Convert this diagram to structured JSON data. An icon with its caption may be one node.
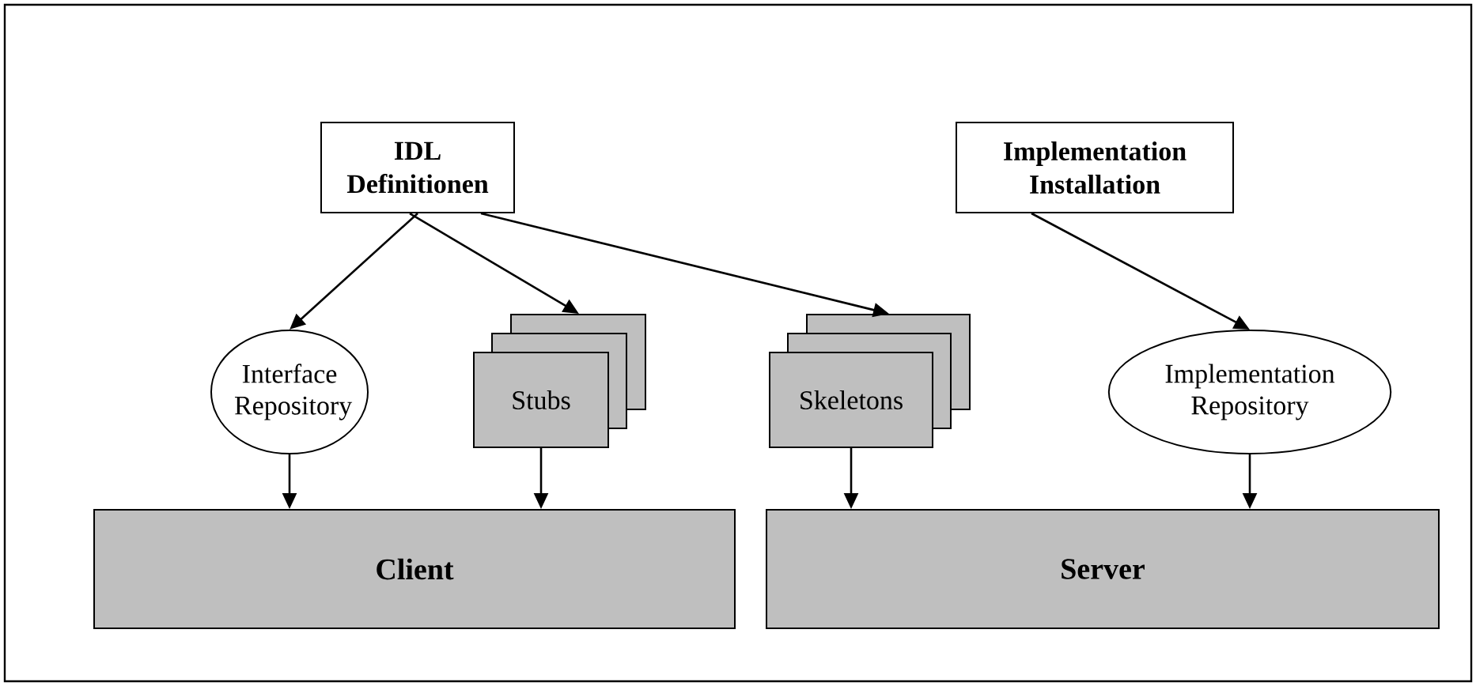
{
  "diagram": {
    "nodes": [
      {
        "text": [
          "IDL Definitionen"
        ]
      },
      {
        "text": [
          "Implementation Installation"
        ]
      },
      {
        "text": [
          "Interface Repository"
        ]
      },
      {
        "text": [
          "Stubs"
        ]
      },
      {
        "text": [
          "Skeletons"
        ]
      },
      {
        "text": [
          "Implementation Repository"
        ]
      },
      {
        "text": [
          "Client"
        ]
      },
      {
        "text": [
          "Server"
        ]
      }
    ],
    "edges": [
      {
        "from": 0,
        "to": 2,
        "arrow": "to"
      },
      {
        "from": 0,
        "to": 3,
        "arrow": "to"
      },
      {
        "from": 0,
        "to": 4,
        "arrow": "to"
      },
      {
        "from": 1,
        "to": 5,
        "arrow": "to"
      },
      {
        "from": 2,
        "to": 6,
        "arrow": "to"
      },
      {
        "from": 3,
        "to": 6,
        "arrow": "to"
      },
      {
        "from": 4,
        "to": 7,
        "arrow": "to"
      },
      {
        "from": 5,
        "to": 7,
        "arrow": "to"
      }
    ]
  }
}
